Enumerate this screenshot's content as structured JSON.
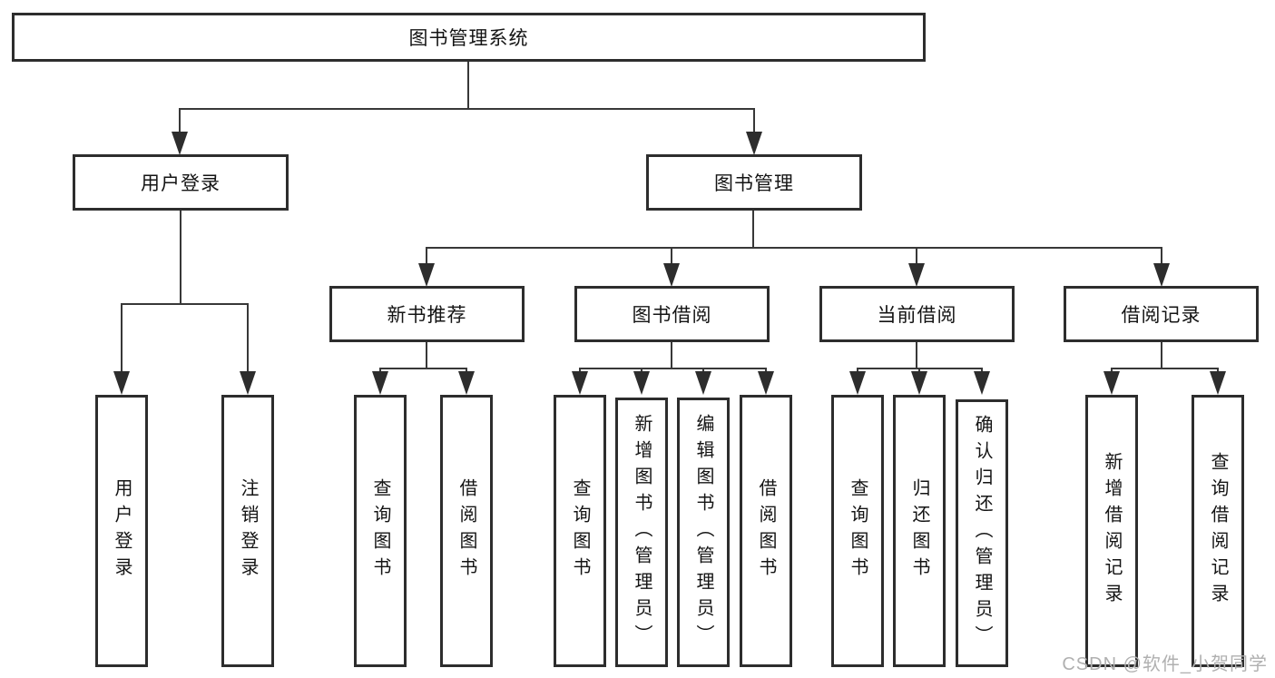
{
  "diagram": {
    "root": {
      "label": "图书管理系统"
    },
    "branches": [
      {
        "label": "用户登录",
        "children": [
          {
            "label": "用户登录"
          },
          {
            "label": "注销登录"
          }
        ]
      },
      {
        "label": "图书管理",
        "children": [
          {
            "label": "新书推荐",
            "children": [
              {
                "label": "查询图书"
              },
              {
                "label": "借阅图书"
              }
            ]
          },
          {
            "label": "图书借阅",
            "children": [
              {
                "label": "查询图书"
              },
              {
                "label": "新增图书（管理员）"
              },
              {
                "label": "编辑图书（管理员）"
              },
              {
                "label": "借阅图书"
              }
            ]
          },
          {
            "label": "当前借阅",
            "children": [
              {
                "label": "查询图书"
              },
              {
                "label": "归还图书"
              },
              {
                "label": "确认归还（管理员）"
              }
            ]
          },
          {
            "label": "借阅记录",
            "children": [
              {
                "label": "新增借阅记录"
              },
              {
                "label": "查询借阅记录"
              }
            ]
          }
        ]
      }
    ]
  },
  "watermark": {
    "text": "CSDN @软件_小贺同学"
  },
  "colors": {
    "box_border": "#2d2d2d",
    "connector_line": "#383838",
    "text": "#141414",
    "watermark": "#b0b0b0",
    "background": "#ffffff"
  }
}
